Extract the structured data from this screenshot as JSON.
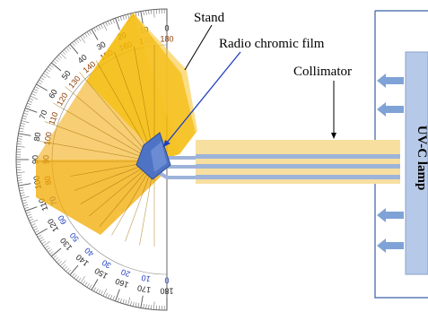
{
  "labels": {
    "stand": "Stand",
    "film": "Radio chromic film",
    "collimator": "Collimator",
    "lamp": "UV-C lamp"
  },
  "protractor": {
    "outer_scale": [
      "0",
      "10",
      "20",
      "30",
      "40",
      "50",
      "60",
      "70",
      "80",
      "90",
      "100",
      "110",
      "120",
      "130",
      "140",
      "150",
      "160",
      "170",
      "180"
    ],
    "inner_scale": [
      "180",
      "170",
      "160",
      "150",
      "140",
      "130",
      "120",
      "110",
      "100",
      "90",
      "80",
      "70",
      "60",
      "50",
      "40",
      "30",
      "20",
      "10",
      "0"
    ],
    "inner_blue_start": 11
  },
  "colors": {
    "stand": "#f5b800",
    "stand_dark": "#d89a00",
    "film": "#4f73c4",
    "collimator_tube": "#f7dfa0",
    "collimator_beam": "#9db3da",
    "lamp": "#b6c9e8",
    "arrow": "#7fa3d6",
    "blue_numbers": "#1f3fbf"
  }
}
